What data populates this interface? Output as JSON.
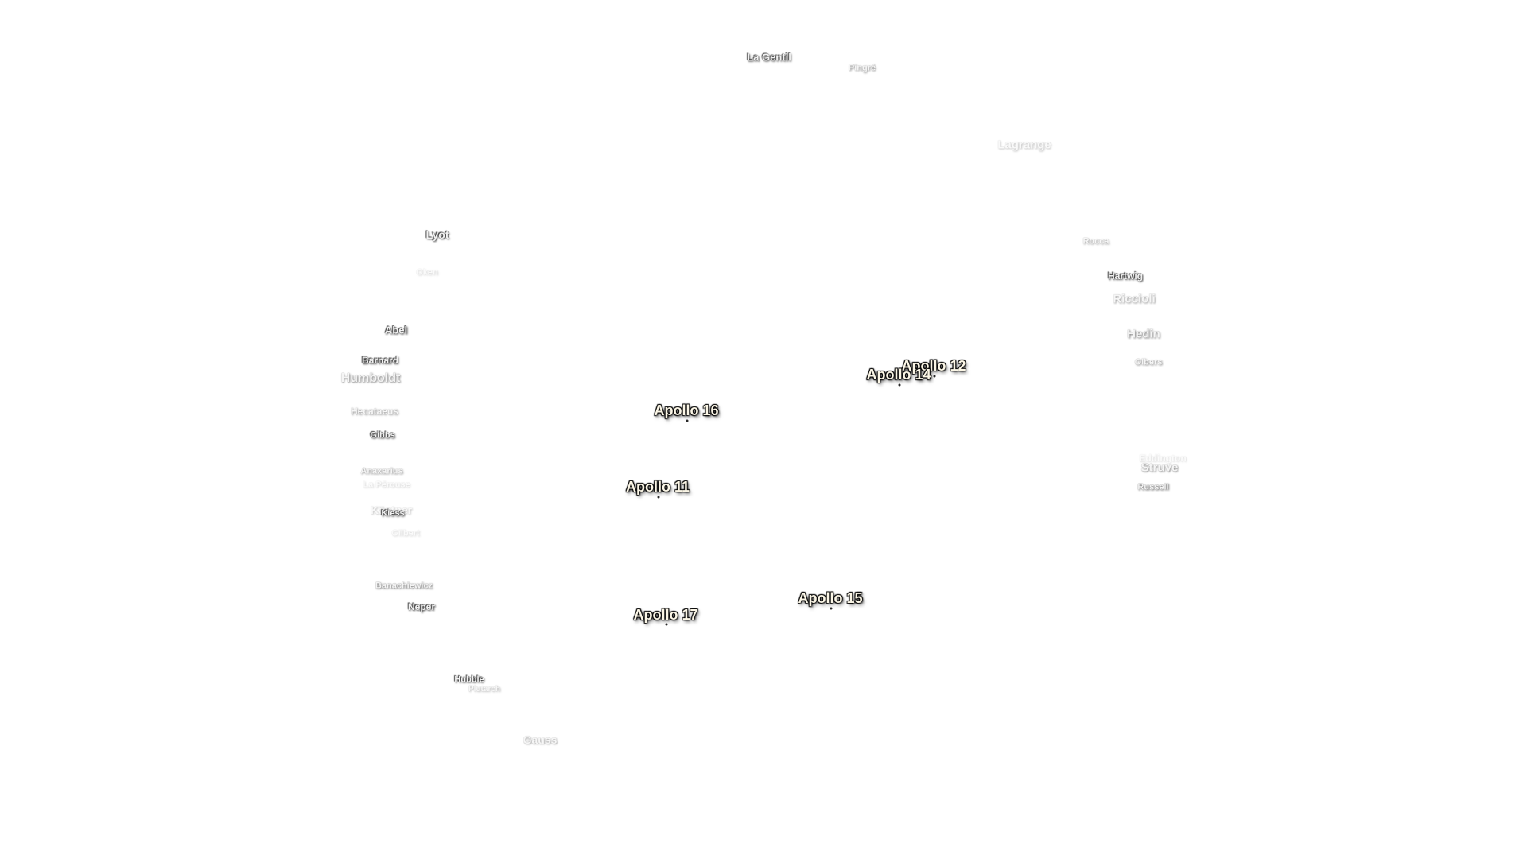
{
  "map": {
    "craters": [
      {
        "id": "la-gentil",
        "name": "La Gentil"
      },
      {
        "id": "pingre",
        "name": "Pingré"
      },
      {
        "id": "lagrange",
        "name": "Lagrange"
      },
      {
        "id": "lyot",
        "name": "Lyot"
      },
      {
        "id": "oken",
        "name": "Oken"
      },
      {
        "id": "rocca",
        "name": "Rocca"
      },
      {
        "id": "hartwig",
        "name": "Hartwig"
      },
      {
        "id": "riccioli",
        "name": "Riccioli"
      },
      {
        "id": "hedin",
        "name": "Hedin"
      },
      {
        "id": "olbers",
        "name": "Olbers"
      },
      {
        "id": "abel",
        "name": "Abel"
      },
      {
        "id": "barnard",
        "name": "Barnard"
      },
      {
        "id": "humboldt",
        "name": "Humboldt"
      },
      {
        "id": "hecataeus",
        "name": "Hecataeus"
      },
      {
        "id": "gibbs",
        "name": "Gibbs"
      },
      {
        "id": "eddington",
        "name": "Eddington"
      },
      {
        "id": "struve",
        "name": "Struve"
      },
      {
        "id": "russell",
        "name": "Russell"
      },
      {
        "id": "anaxarius",
        "name": "Anaxarius"
      },
      {
        "id": "la-perouse",
        "name": "La Pérouse"
      },
      {
        "id": "kastner",
        "name": "Kästner"
      },
      {
        "id": "kiess",
        "name": "Kiess"
      },
      {
        "id": "gilbert",
        "name": "Gilbert"
      },
      {
        "id": "baraschiewicz",
        "name": "Banachiewicz"
      },
      {
        "id": "neper",
        "name": "Neper"
      },
      {
        "id": "hubble",
        "name": "Hubble"
      },
      {
        "id": "plutarch",
        "name": "Plutarch"
      },
      {
        "id": "gauss",
        "name": "Gauss"
      }
    ],
    "landing_sites": [
      {
        "id": "apollo-12",
        "name": "Apollo 12"
      },
      {
        "id": "apollo-14",
        "name": "Apollo 14"
      },
      {
        "id": "apollo-16",
        "name": "Apollo 16"
      },
      {
        "id": "apollo-11",
        "name": "Apollo 11"
      },
      {
        "id": "apollo-15",
        "name": "Apollo 15"
      },
      {
        "id": "apollo-17",
        "name": "Apollo 17"
      }
    ]
  }
}
